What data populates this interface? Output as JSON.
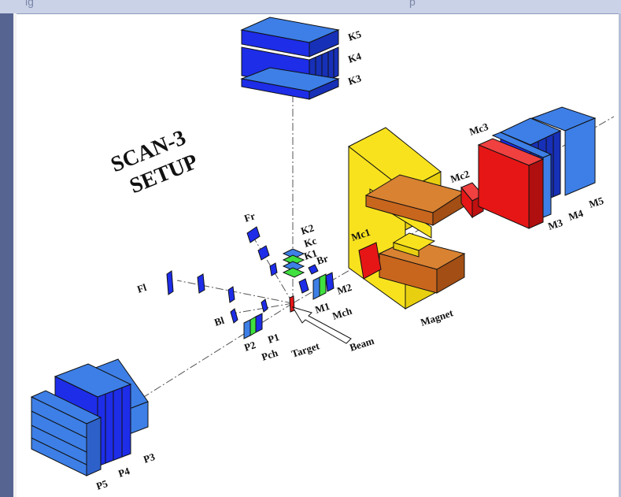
{
  "header": {
    "partial_text_left": "ig",
    "partial_text_right": "p"
  },
  "title": {
    "line1": "SCAN-3",
    "line2": "SETUP"
  },
  "labels": {
    "k5": "K5",
    "k4": "K4",
    "k3": "K3",
    "mc3": "Mc3",
    "mc2": "Mc2",
    "mc1": "Mc1",
    "m3": "M3",
    "m4": "M4",
    "m5": "M5",
    "magnet": "Magnet",
    "fr": "Fr",
    "fl": "Fl",
    "bl": "Bl",
    "br": "Br",
    "k2": "K2",
    "kc": "Kc",
    "k1": "K1",
    "m1": "M1",
    "m2": "M2",
    "mch": "Mch",
    "p1": "P1",
    "p2": "P2",
    "pch": "Pch",
    "target": "Target",
    "beam": "Beam",
    "p3": "P3",
    "p4": "P4",
    "p5": "P5"
  },
  "colors": {
    "detector_blue": "#1d2de8",
    "detector_light_blue": "#3d7fe6",
    "magnet_yellow": "#f8e21e",
    "coil_orange": "#c8661e",
    "chamber_red": "#e61616",
    "chamber_green": "#3fe03f",
    "sidebar": "#566491"
  }
}
